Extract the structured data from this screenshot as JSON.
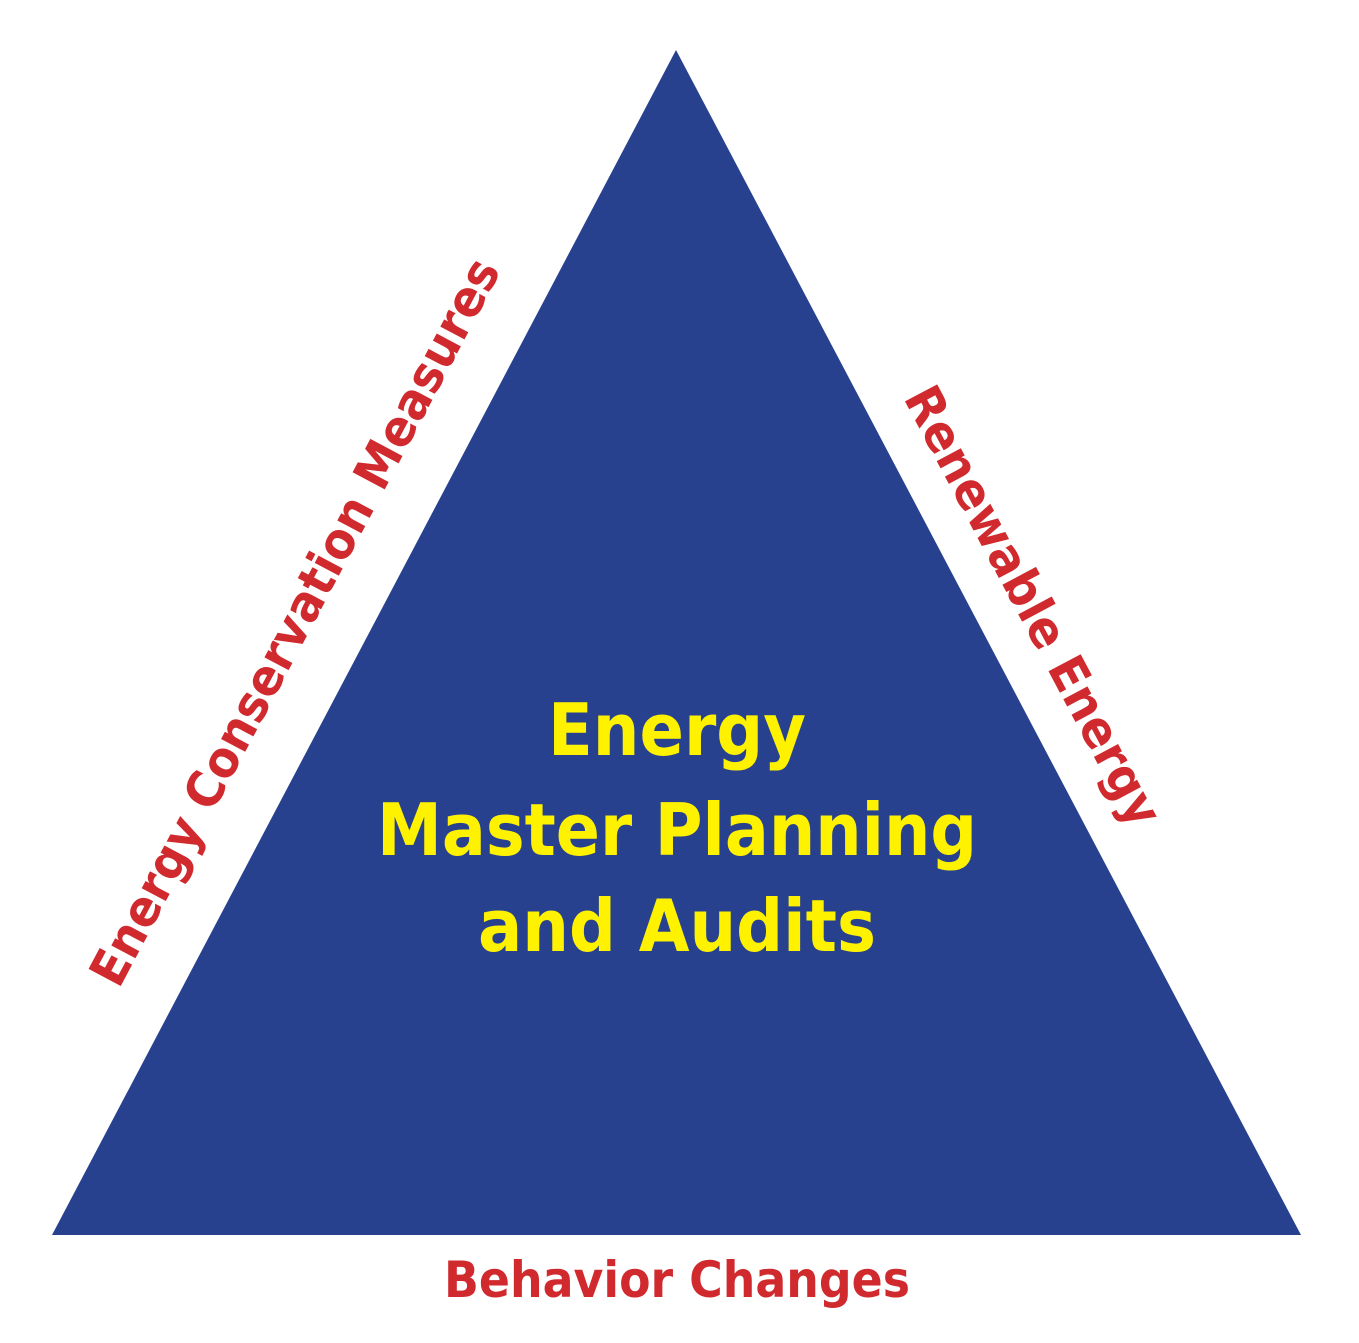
{
  "colors": {
    "triangle": "#27418E",
    "center_text": "#FFF200",
    "side_text": "#D02A2E",
    "background": "#FFFFFF"
  },
  "center": {
    "line1": "Energy",
    "line2": "Master Planning",
    "line3": "and Audits"
  },
  "sides": {
    "left": "Energy Conservation Measures",
    "right": "Renewable Energy",
    "bottom": "Behavior Changes"
  }
}
